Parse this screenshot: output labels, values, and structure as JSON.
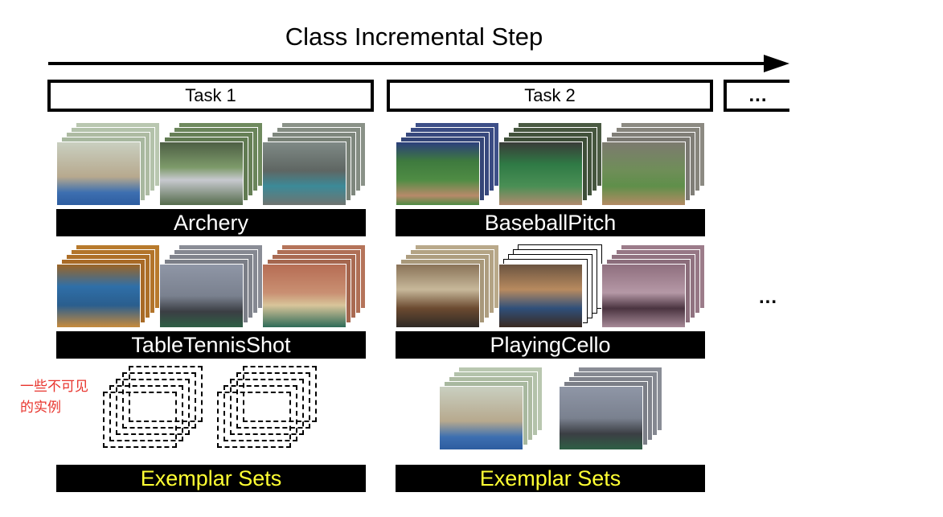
{
  "header": {
    "title": "Class Incremental Step"
  },
  "tasks": [
    {
      "label": "Task 1"
    },
    {
      "label": "Task 2"
    },
    {
      "label": "..."
    }
  ],
  "classes": [
    {
      "name": "Archery"
    },
    {
      "name": "TableTennisShot"
    },
    {
      "name": "BaseballPitch"
    },
    {
      "name": "PlayingCello"
    }
  ],
  "exemplar": {
    "label": "Exemplar Sets"
  },
  "note": {
    "line1": "一些不可见",
    "line2": "的实例"
  },
  "ellipsis": "...",
  "colors": {
    "accent_yellow": "#ffff33",
    "note_red": "#e8352e"
  },
  "icons": [
    "arrow-right-icon"
  ]
}
